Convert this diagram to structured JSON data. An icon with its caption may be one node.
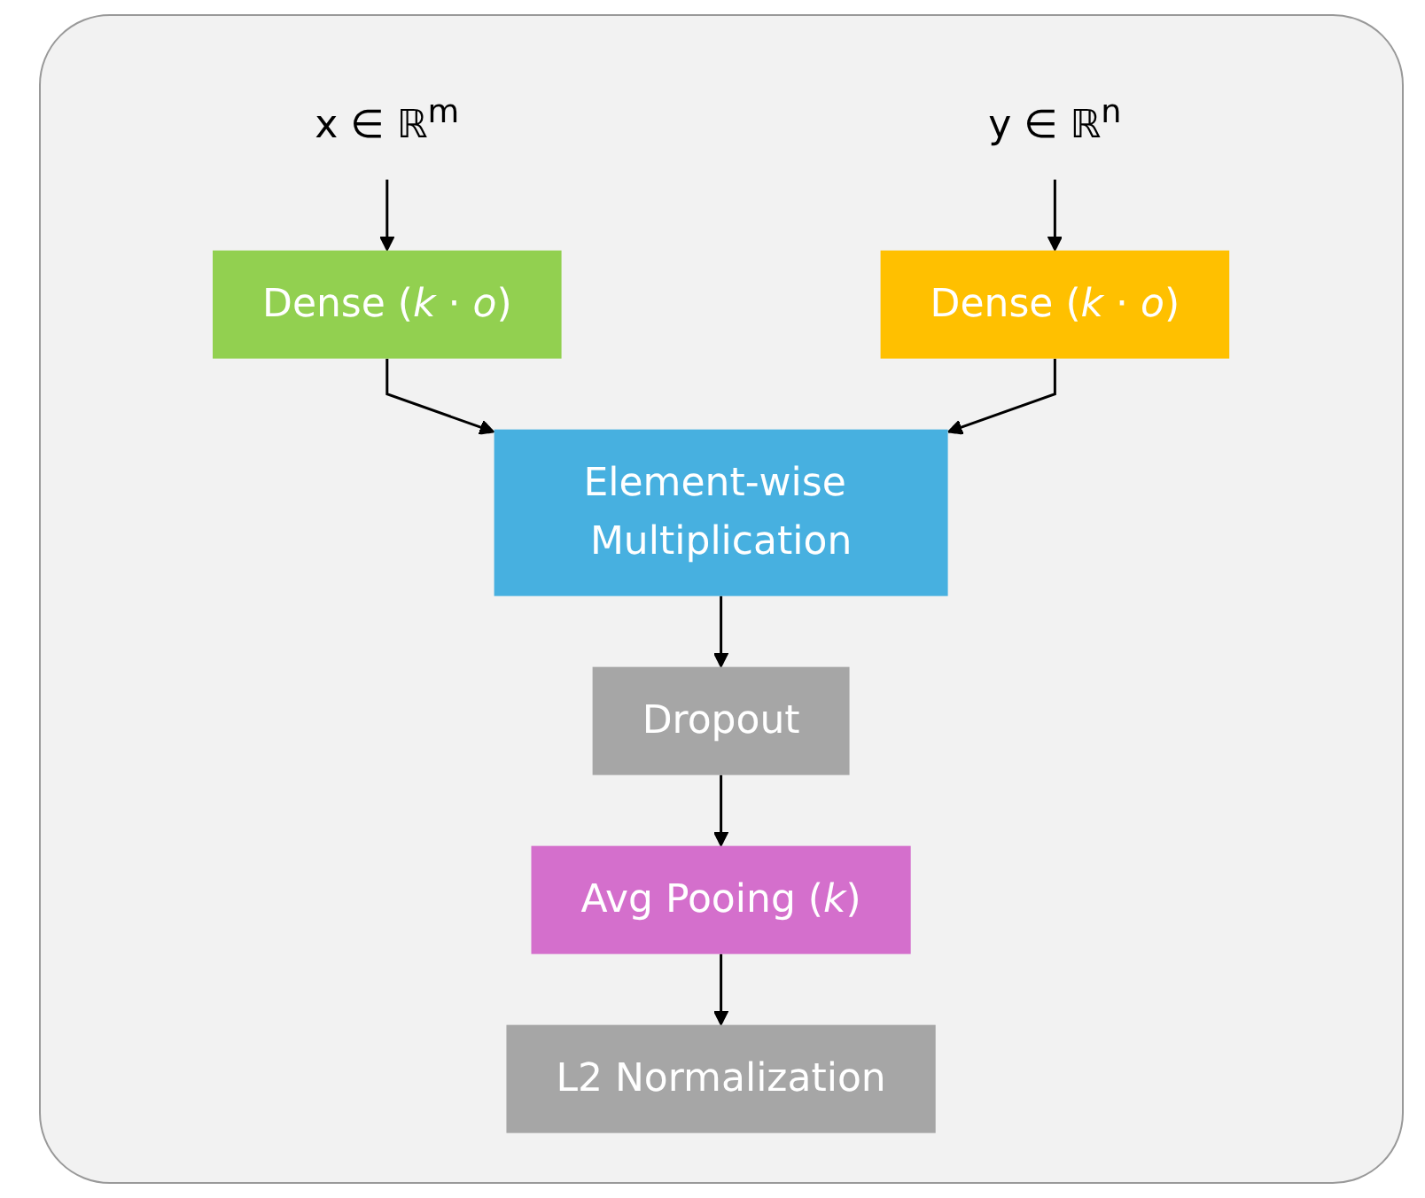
{
  "diagram": {
    "nodes": [
      {
        "text": [
          "x ∈ ℝ$^{m}$"
        ]
      },
      {
        "text": [
          "y ∈ ℝ$^{n}$"
        ]
      },
      {
        "text": [
          "Dense (*k* · *o*)"
        ]
      },
      {
        "text": [
          "Dense (*k* · *o*)"
        ]
      },
      {
        "text": [
          "Element-wise Multiplication"
        ]
      },
      {
        "text": [
          "Dropout"
        ]
      },
      {
        "text": [
          "Avg Pooing (*k*)"
        ]
      },
      {
        "text": [
          "L2 Normalization"
        ]
      }
    ],
    "edges": [
      {
        "from": 0,
        "to": 2,
        "arrow": "to"
      },
      {
        "from": 1,
        "to": 3,
        "arrow": "to"
      },
      {
        "from": 2,
        "to": 4,
        "arrow": "to"
      },
      {
        "from": 3,
        "to": 4,
        "arrow": "to"
      },
      {
        "from": 4,
        "to": 5,
        "arrow": "to"
      },
      {
        "from": 5,
        "to": 6,
        "arrow": "to"
      },
      {
        "from": 6,
        "to": 7,
        "arrow": "to"
      }
    ]
  }
}
